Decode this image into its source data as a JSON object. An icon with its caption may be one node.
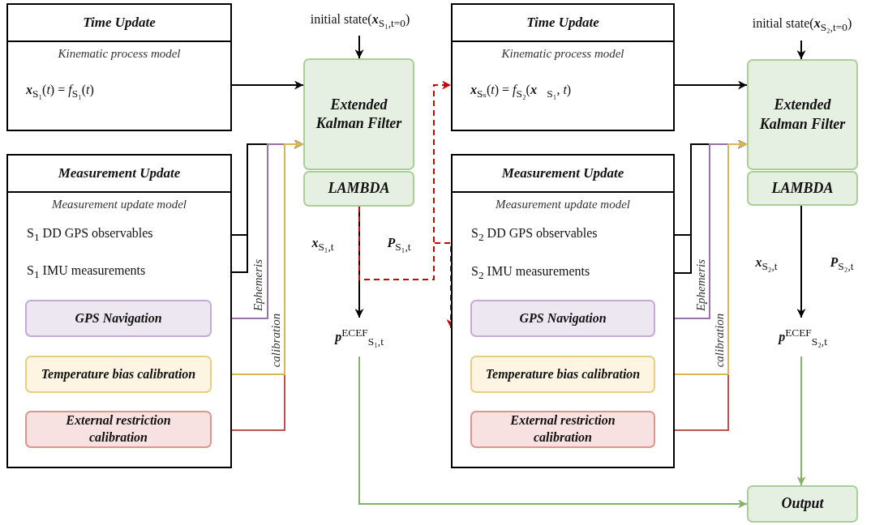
{
  "diagram": {
    "nodes": [
      {
        "text": [
          "Time Update",
          "Kinematic process model",
          "**x**$_{S₁}$(*t*) = *f*$_{S₁}$(*t*)"
        ]
      },
      {
        "text": [
          "Measurement Update",
          "Measurement update model"
        ]
      },
      {
        "text": [
          "S$_{1}$ DD GPS observables"
        ],
        "in": 1
      },
      {
        "text": [
          "S$_{1}$ IMU measurements"
        ],
        "in": 1
      },
      {
        "text": [
          "GPS Navigation"
        ],
        "in": 1
      },
      {
        "text": [
          "Temperature bias calibration"
        ],
        "in": 1
      },
      {
        "text": [
          "External restriction calibration"
        ],
        "in": 1
      },
      {
        "text": [
          "initial state(**x**$_{S₁,t=0}$)"
        ]
      },
      {
        "text": [
          "Extended Kalman Filter"
        ]
      },
      {
        "text": [
          "LAMBDA"
        ]
      },
      {
        "text": [
          "**p**$^{ECEF}$$_{S₁,t}$"
        ]
      },
      {
        "text": [
          "Time Update",
          "Kinematic process model",
          "**x**$_{Sₛ}$(*t*) = *f*$_{S₂}$(**x⃗**$_{S₁}$, *t*)"
        ]
      },
      {
        "text": [
          "Measurement Update",
          "Measurement update model"
        ]
      },
      {
        "text": [
          "S$_{2}$ DD GPS observables"
        ],
        "in": 12
      },
      {
        "text": [
          "S$_{2}$ IMU measurements"
        ],
        "in": 12
      },
      {
        "text": [
          "GPS Navigation"
        ],
        "in": 12
      },
      {
        "text": [
          "Temperature bias calibration"
        ],
        "in": 12
      },
      {
        "text": [
          "External restriction calibration"
        ],
        "in": 12
      },
      {
        "text": [
          "initial state(**x**$_{S₂,t=0}$)"
        ]
      },
      {
        "text": [
          "Extended Kalman Filter"
        ]
      },
      {
        "text": [
          "LAMBDA"
        ]
      },
      {
        "text": [
          "**p**$^{ECEF}$$_{S₂,t}$"
        ]
      },
      {
        "text": [
          "Output"
        ]
      }
    ],
    "edges": [
      {
        "from": 0,
        "to": 8,
        "arrow": "to"
      },
      {
        "from": 7,
        "to": 8,
        "arrow": "to"
      },
      {
        "from": 2,
        "to": 8,
        "arrow": "to"
      },
      {
        "from": 3,
        "to": 8,
        "arrow": "to"
      },
      {
        "from": 4,
        "to": 8,
        "arrow": "to",
        "label": "Ephemeris",
        "color": "#9673a6"
      },
      {
        "from": 5,
        "to": 8,
        "arrow": "to",
        "label": "calibration",
        "color": "#d6b656"
      },
      {
        "from": 6,
        "to": 8,
        "arrow": "to",
        "color": "#b85450"
      },
      {
        "from": 9,
        "to": 10,
        "arrow": "to",
        "label": "**x**$_{S₁,t}$"
      },
      {
        "from": 9,
        "to": 11,
        "arrow": "to",
        "label": "**P**$_{S₁,t}$",
        "style": "dashed",
        "color": "#cc0000"
      },
      {
        "from": 9,
        "to": 12,
        "arrow": "to",
        "style": "dashed",
        "color": "#cc0000"
      },
      {
        "from": 10,
        "to": 22,
        "arrow": "to",
        "color": "#82b366"
      },
      {
        "from": 11,
        "to": 19,
        "arrow": "to"
      },
      {
        "from": 18,
        "to": 19,
        "arrow": "to"
      },
      {
        "from": 13,
        "to": 19,
        "arrow": "to"
      },
      {
        "from": 14,
        "to": 19,
        "arrow": "to"
      },
      {
        "from": 15,
        "to": 19,
        "arrow": "to",
        "label": "Ephemeris",
        "color": "#9673a6"
      },
      {
        "from": 16,
        "to": 19,
        "arrow": "to",
        "label": "calibration",
        "color": "#d6b656"
      },
      {
        "from": 17,
        "to": 19,
        "arrow": "to",
        "color": "#b85450"
      },
      {
        "from": 20,
        "to": 21,
        "arrow": "to",
        "label": "**x**$_{S₂,t}$"
      },
      {
        "from": 21,
        "to": 22,
        "arrow": "to",
        "color": "#82b366"
      }
    ],
    "labels": [
      "**P**$_{S₂,t}$"
    ]
  }
}
